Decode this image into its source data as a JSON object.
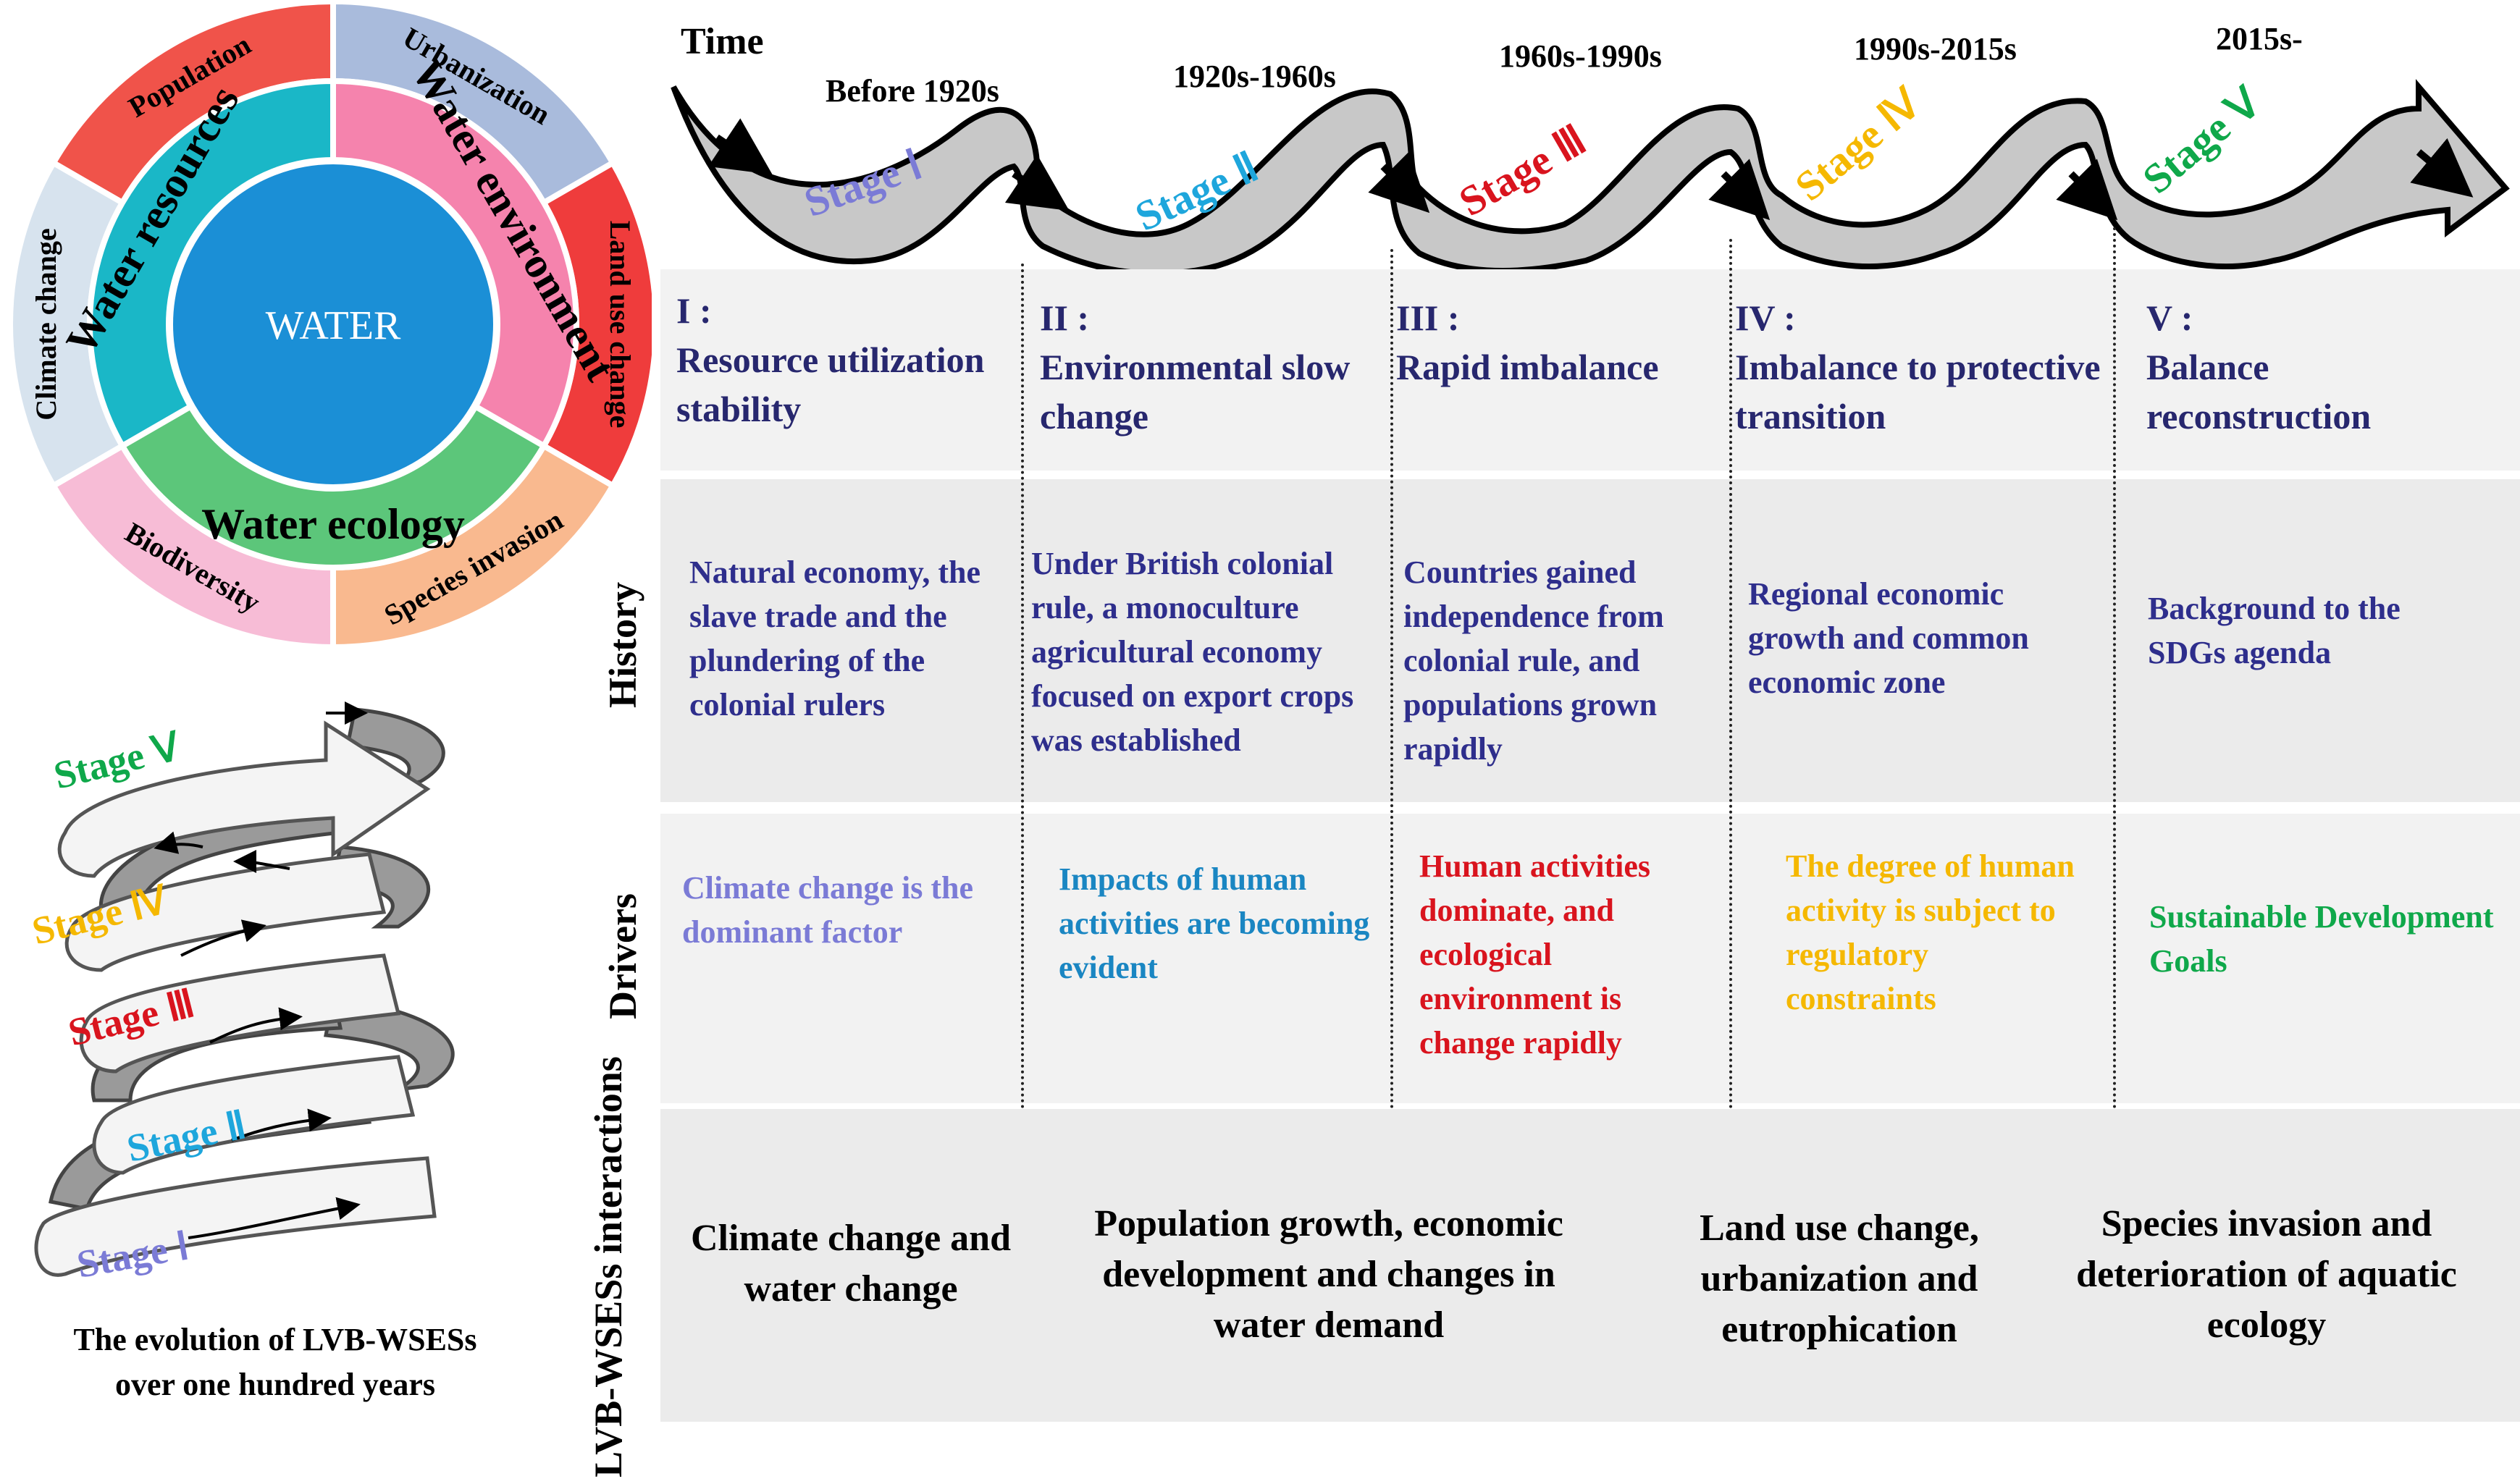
{
  "colors": {
    "stage1": "#7b7bd6",
    "stage2": "#1ea6dc",
    "stage3": "#d9141e",
    "stage4": "#f5b800",
    "stage5": "#0fa84a",
    "history_text": "#2e2e8c",
    "panel_bg": "#ebebeb",
    "water_core": "#1b8fd6",
    "ribbon": "#c8c8c8"
  },
  "wheel": {
    "center": "WATER",
    "inner": [
      "Water resources",
      "Water environment",
      "Water ecology"
    ],
    "outer": [
      "Population",
      "Urbanization",
      "Land use change",
      "Species invasion",
      "Biodiversity",
      "Climate change"
    ]
  },
  "time_label": "Time",
  "periods": [
    "Before 1920s",
    "1920s-1960s",
    "1960s-1990s",
    "1990s-2015s",
    "2015s-"
  ],
  "stages": [
    "Stage Ⅰ",
    "Stage Ⅱ",
    "Stage Ⅲ",
    "Stage Ⅳ",
    "Stage Ⅴ"
  ],
  "stage_titles": [
    {
      "num": "I :",
      "name": "Resource utilization stability"
    },
    {
      "num": "II :",
      "name": "Environmental slow change"
    },
    {
      "num": "III :",
      "name": "Rapid imbalance"
    },
    {
      "num": "IV :",
      "name": "Imbalance to protective transition"
    },
    {
      "num": "V :",
      "name": "Balance reconstruction"
    }
  ],
  "row_labels": {
    "history": "History",
    "drivers": "Drivers",
    "interactions": "LVB-WSESs interactions"
  },
  "history": [
    "Natural economy, the slave trade and the plundering of the colonial rulers",
    "Under British colonial rule, a monoculture agricultural economy focused on export crops was established",
    "Countries gained independence from colonial rule, and populations grown rapidly",
    "Regional economic growth and common economic zone",
    "Background to the SDGs agenda"
  ],
  "drivers": [
    "Climate change is the dominant factor",
    "Impacts of human activities are becoming evident",
    "Human activities dominate, and ecological environment is change rapidly",
    "The degree of human activity is subject to regulatory constraints",
    "Sustainable Development Goals"
  ],
  "interactions": [
    "Climate change and water change",
    "Population growth, economic development and changes in water demand",
    "Land use change, urbanization and eutrophication",
    "Species invasion and deterioration of aquatic ecology"
  ],
  "spiral_caption": "The evolution of LVB-WSESs over one hundred years"
}
